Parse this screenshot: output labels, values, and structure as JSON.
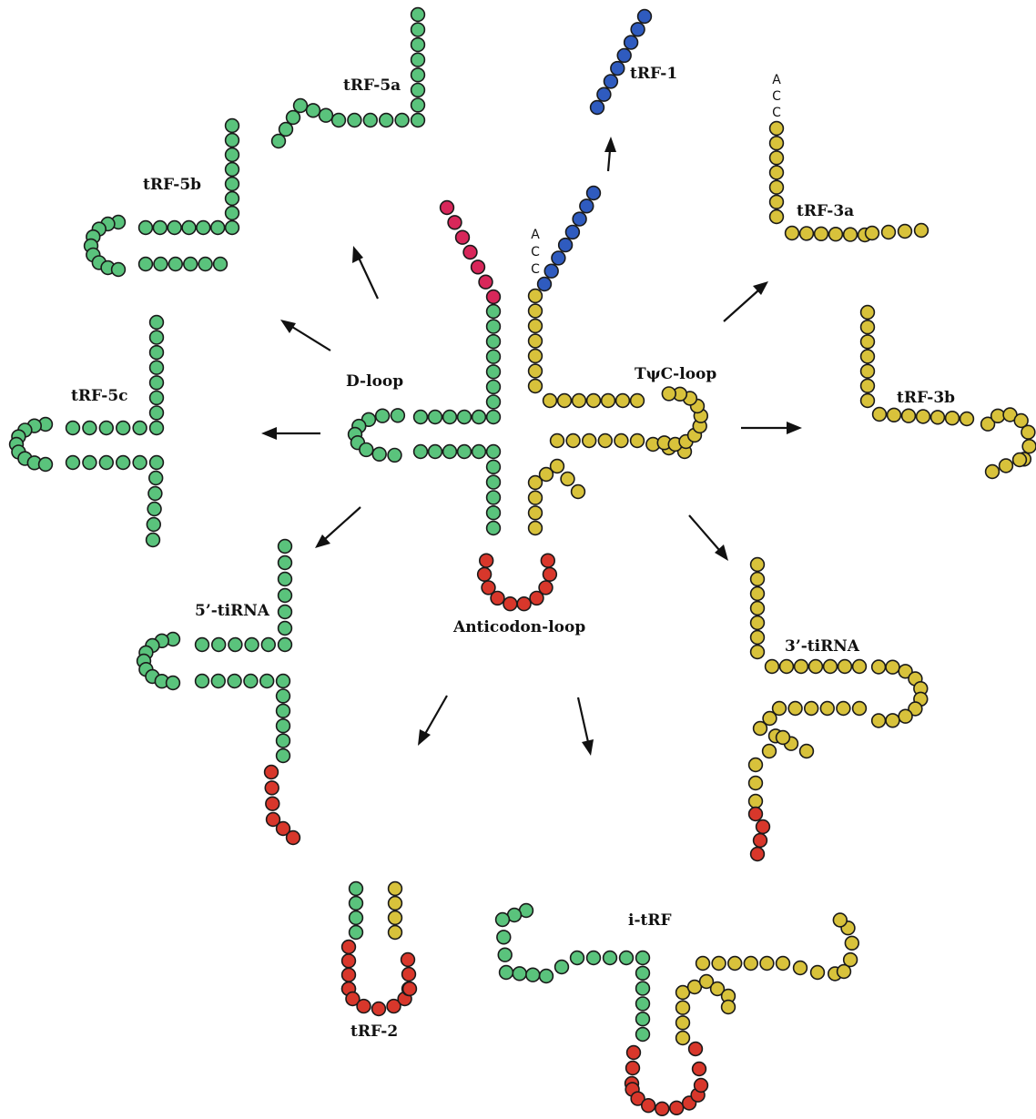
{
  "colors": {
    "green": "#5ac37c",
    "yellow": "#d8c23b",
    "red": "#d8372b",
    "crimson": "#d8275a",
    "blue": "#2f5bbf",
    "outline": "#1a1a1a"
  },
  "labels": {
    "d_loop": "D-loop",
    "tpsic_loop": "TψC-loop",
    "anticodon_loop": "Anticodon-loop",
    "trf1": "tRF-1",
    "trf5a": "tRF-5a",
    "trf5b": "tRF-5b",
    "trf5c": "tRF-5c",
    "trf3a": "tRF-3a",
    "trf3b": "tRF-3b",
    "tirna5": "5’-tiRNA",
    "tirna3": "3’-tiRNA",
    "trf2": "tRF-2",
    "itrf": "i-tRF"
  },
  "acc": [
    "A",
    "C",
    "C"
  ]
}
